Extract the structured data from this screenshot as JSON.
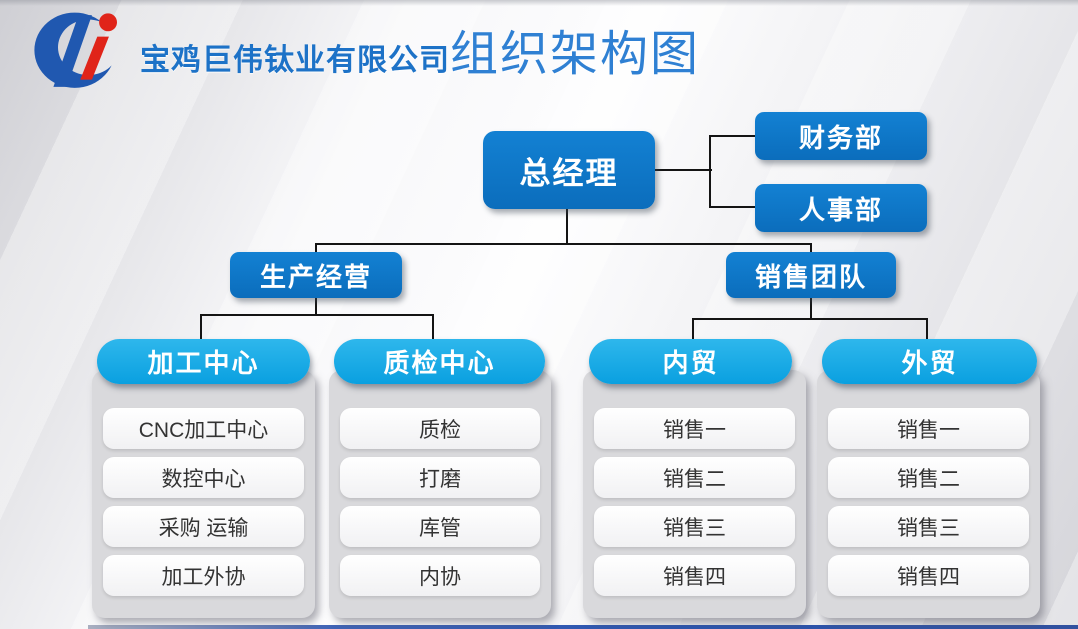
{
  "header": {
    "company_name": "宝鸡巨伟钛业有限公司",
    "title": "组织架构图",
    "logo_icon": "juwei-titanium-logo"
  },
  "colors": {
    "node_blue": "#0d74c4",
    "pill_blue": "#12a9e4",
    "logo_blue": "#2058b0",
    "logo_red": "#e02419",
    "header_text_blue": "#1d72c7",
    "title_blue": "#2f80d3",
    "connector": "#141414",
    "card_gray": "#d9d9dc"
  },
  "org": {
    "root": {
      "label": "总经理"
    },
    "staff": [
      {
        "label": "财务部"
      },
      {
        "label": "人事部"
      }
    ],
    "branches": [
      {
        "label": "生产经营"
      },
      {
        "label": "销售团队"
      }
    ],
    "groups": [
      {
        "header": "加工中心",
        "items": [
          "CNC加工中心",
          "数控中心",
          "采购 运输",
          "加工外协"
        ]
      },
      {
        "header": "质检中心",
        "items": [
          "质检",
          "打磨",
          "库管",
          "内协"
        ]
      },
      {
        "header": "内贸",
        "items": [
          "销售一",
          "销售二",
          "销售三",
          "销售四"
        ]
      },
      {
        "header": "外贸",
        "items": [
          "销售一",
          "销售二",
          "销售三",
          "销售四"
        ]
      }
    ]
  }
}
